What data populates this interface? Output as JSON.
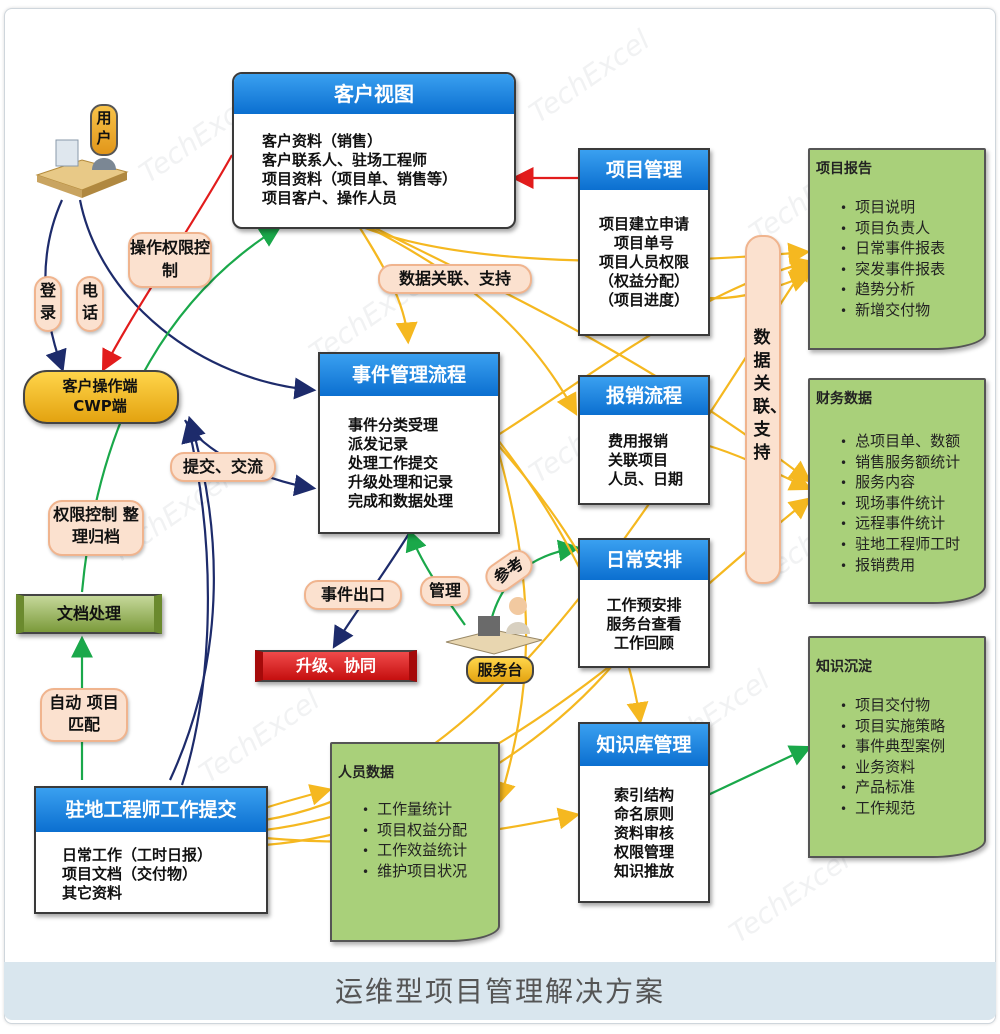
{
  "title": "运维型项目管理解决方案",
  "watermark": "TechExcel",
  "customer_view": {
    "header": "客户视图",
    "lines": [
      "客户资料（销售）",
      "客户联系人、驻场工程师",
      "项目资料（项目单、销售等）",
      "项目客户、操作人员"
    ]
  },
  "project_mgmt": {
    "header": "项目管理",
    "lines": [
      "项目建立申请",
      "项目单号",
      "项目人员权限",
      "（权益分配）",
      "（项目进度）"
    ]
  },
  "event_flow": {
    "header": "事件管理流程",
    "lines": [
      "事件分类受理",
      "派发记录",
      "处理工作提交",
      "升级处理和记录",
      "完成和数据处理"
    ]
  },
  "reimburse": {
    "header": "报销流程",
    "lines": [
      "费用报销",
      "关联项目",
      "人员、日期"
    ]
  },
  "daily": {
    "header": "日常安排",
    "lines": [
      "工作预安排",
      "服务台查看",
      "工作回顾"
    ]
  },
  "knowledge_mgmt": {
    "header": "知识库管理",
    "lines": [
      "索引结构",
      "命名原则",
      "资料审核",
      "权限管理",
      "知识推放"
    ]
  },
  "engineer": {
    "header": "驻地工程师工作提交",
    "lines": [
      "日常工作（工时日报）",
      "项目文档（交付物）",
      "其它资料"
    ]
  },
  "project_report": {
    "title": "项目报告",
    "items": [
      "项目说明",
      "项目负责人",
      "日常事件报表",
      "突发事件报表",
      "趋势分析",
      "新增交付物"
    ]
  },
  "finance": {
    "title": "财务数据",
    "items": [
      "总项目单、数额",
      "销售服务额统计",
      "服务内容",
      "现场事件统计",
      "远程事件统计",
      "驻地工程师工时",
      "报销费用"
    ]
  },
  "knowledge": {
    "title": "知识沉淀",
    "items": [
      "项目交付物",
      "项目实施策略",
      "事件典型案例",
      "业务资料",
      "产品标准",
      "工作规范"
    ]
  },
  "personnel": {
    "title": "人员数据",
    "items": [
      "工作量统计",
      "项目权益分配",
      "工作效益统计",
      "维护项目状况"
    ]
  },
  "labels": {
    "user": "用户",
    "login": "登录",
    "phone": "电话",
    "op_perm": "操作权限控制",
    "cwp": "客户操作端 CWP端",
    "submit": "提交、交流",
    "perm_archive": "权限控制 整理归档",
    "doc_proc": "文档处理",
    "auto_match": "自动 项目匹配",
    "data_link": "数据关联、支持",
    "data_link_v": "数据关联、支持",
    "event_out": "事件出口",
    "manage": "管理",
    "reference": "参考",
    "upgrade": "升级、协同",
    "service_desk": "服务台"
  },
  "colors": {
    "header_blue": "#1a7fe0",
    "doc_green": "#a9d07a",
    "pill_fill": "#fbe1cf",
    "arrow_navy": "#1d2b6b",
    "arrow_yellow": "#f5b820",
    "arrow_green": "#1aa84a",
    "arrow_red": "#e21c1c"
  }
}
